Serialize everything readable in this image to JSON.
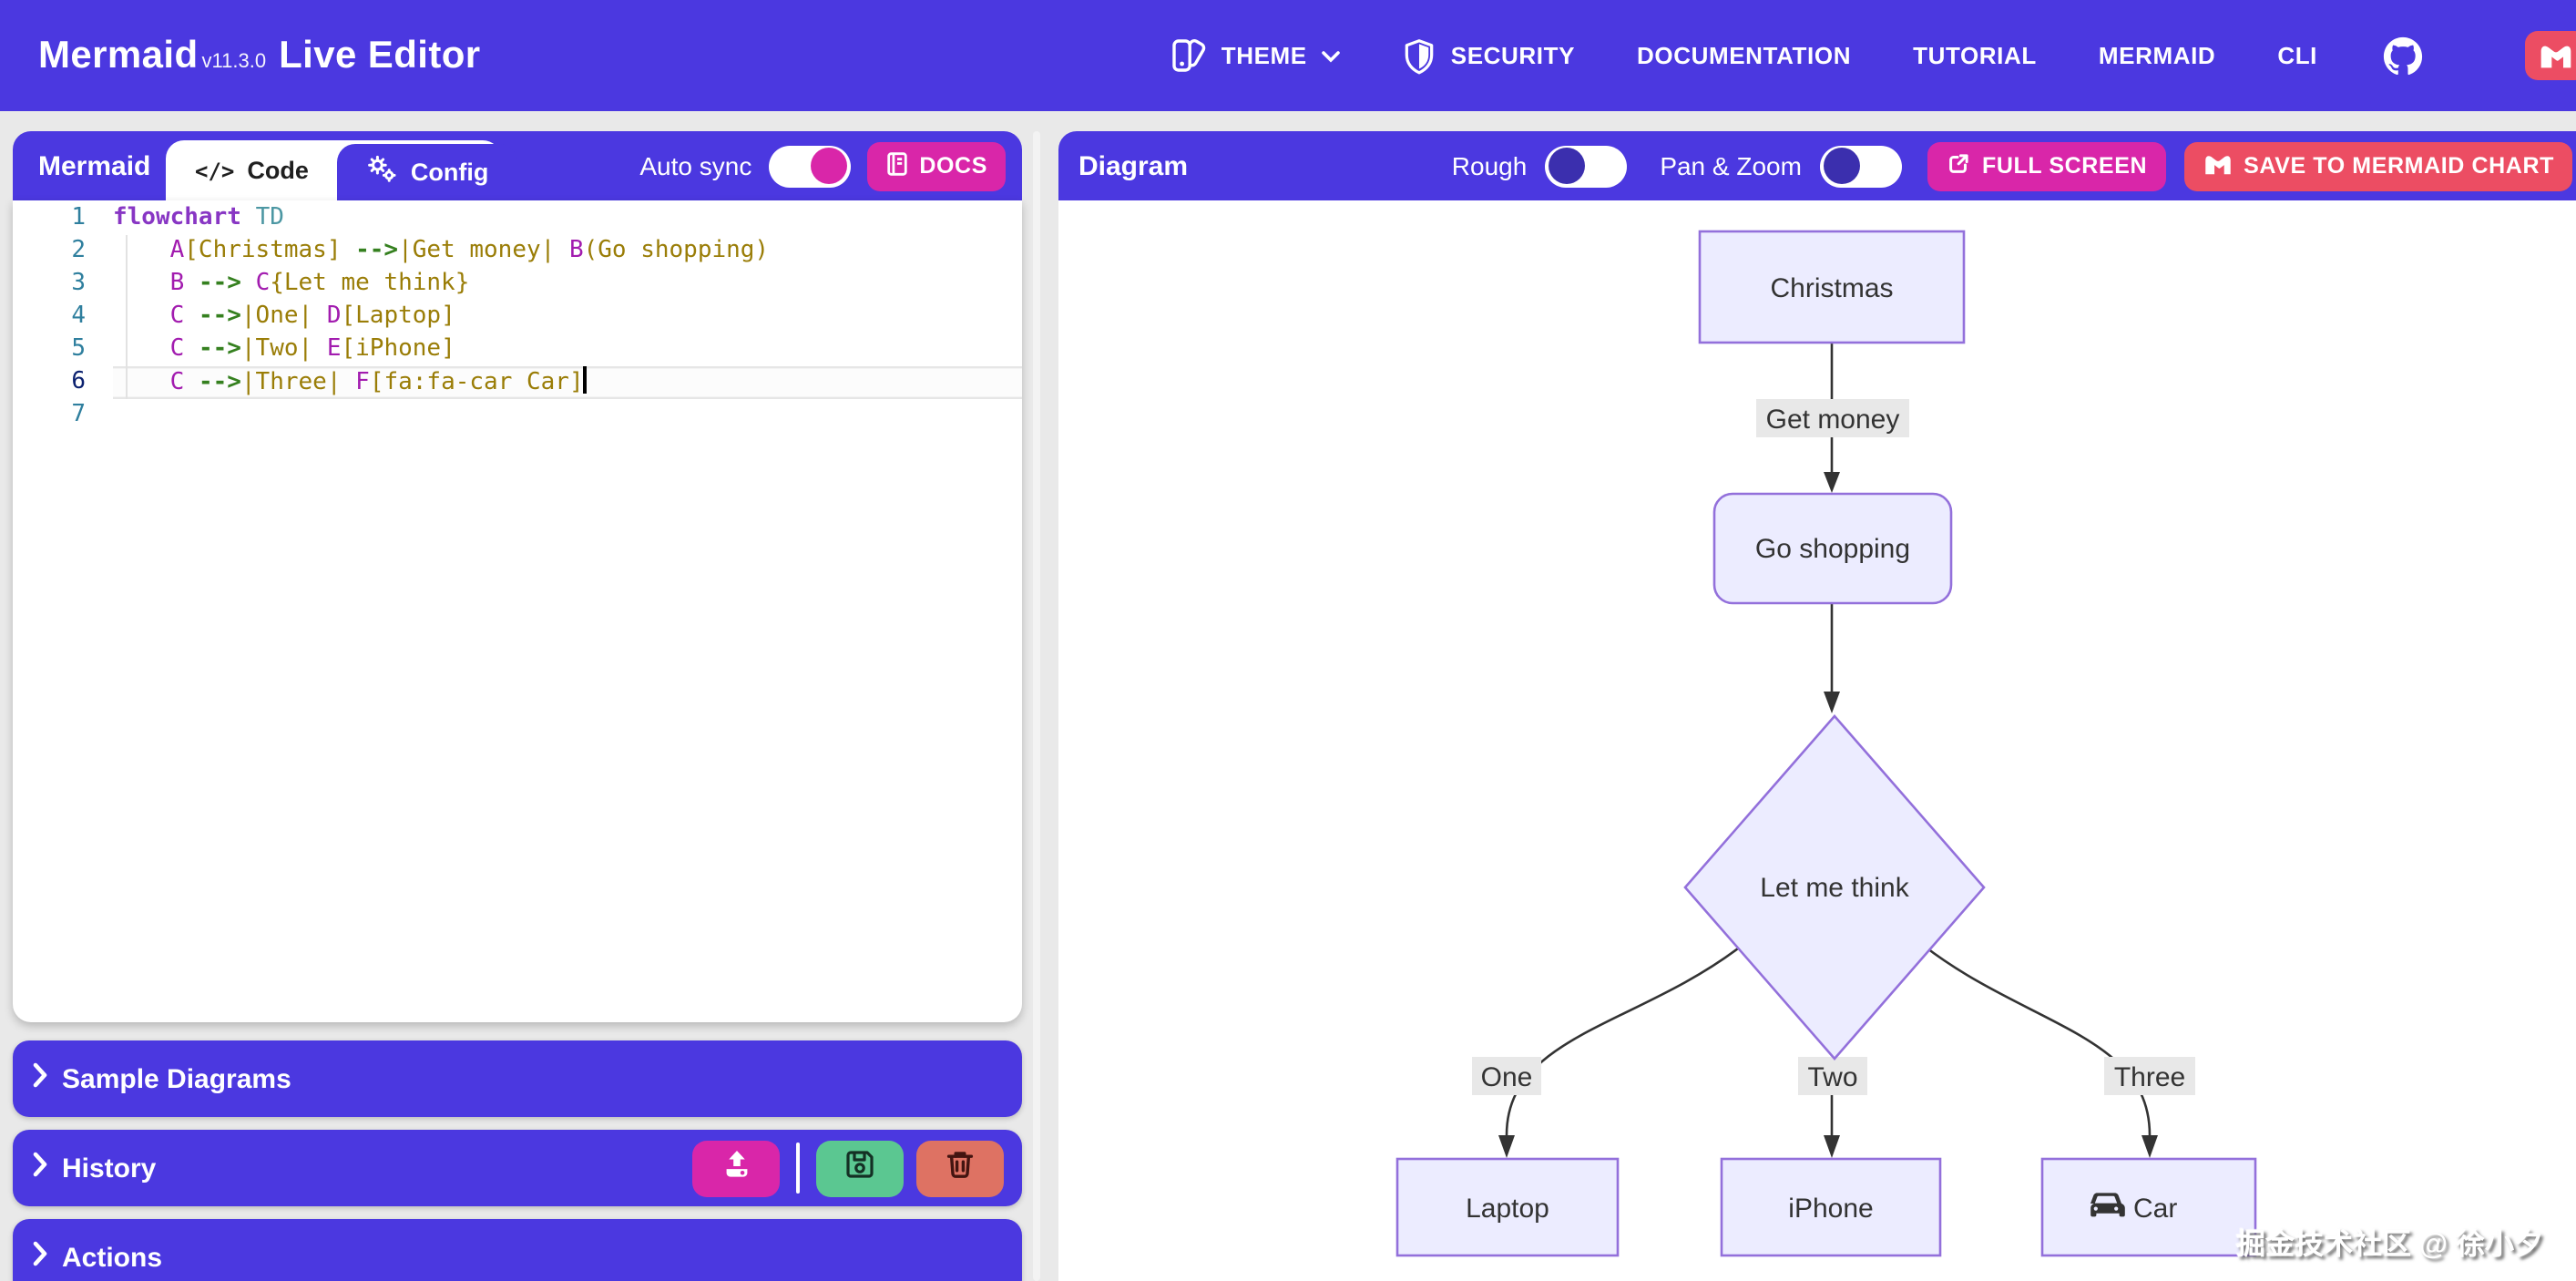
{
  "navbar": {
    "brand": {
      "name": "Mermaid",
      "version": "v11.3.0",
      "suffix": "Live Editor"
    },
    "items": [
      {
        "label": "THEME",
        "icon": "theme-swatch-icon",
        "has_dropdown": true
      },
      {
        "label": "SECURITY",
        "icon": "shield-icon"
      },
      {
        "label": "DOCUMENTATION"
      },
      {
        "label": "TUTORIAL"
      },
      {
        "label": "MERMAID"
      },
      {
        "label": "CLI"
      }
    ],
    "github_icon": "github-icon",
    "logo_icon": "mermaid-chart-logo"
  },
  "editor_panel": {
    "title": "Mermaid",
    "tabs": [
      {
        "label": "Code",
        "icon": "code-icon",
        "glyph": "</>",
        "active": true
      },
      {
        "label": "Config",
        "icon": "gears-icon",
        "active": false
      }
    ],
    "auto_sync_label": "Auto sync",
    "auto_sync_on": true,
    "docs_button": "DOCS",
    "active_line": 6,
    "lines": [
      {
        "num": 1,
        "tokens": [
          [
            "kw",
            "flowchart"
          ],
          [
            "pl",
            " "
          ],
          [
            "typ",
            "TD"
          ]
        ]
      },
      {
        "num": 2,
        "tokens": [
          [
            "pl",
            "    "
          ],
          [
            "id",
            "A"
          ],
          [
            "str",
            "[Christmas]"
          ],
          [
            "pl",
            " "
          ],
          [
            "arr",
            "-->"
          ],
          [
            "str",
            "|Get money|"
          ],
          [
            "pl",
            " "
          ],
          [
            "id",
            "B"
          ],
          [
            "str",
            "(Go shopping)"
          ]
        ]
      },
      {
        "num": 3,
        "tokens": [
          [
            "pl",
            "    "
          ],
          [
            "id",
            "B"
          ],
          [
            "pl",
            " "
          ],
          [
            "arr",
            "-->"
          ],
          [
            "pl",
            " "
          ],
          [
            "id",
            "C"
          ],
          [
            "str",
            "{Let me think}"
          ]
        ]
      },
      {
        "num": 4,
        "tokens": [
          [
            "pl",
            "    "
          ],
          [
            "id",
            "C"
          ],
          [
            "pl",
            " "
          ],
          [
            "arr",
            "-->"
          ],
          [
            "str",
            "|One|"
          ],
          [
            "pl",
            " "
          ],
          [
            "id",
            "D"
          ],
          [
            "str",
            "[Laptop]"
          ]
        ]
      },
      {
        "num": 5,
        "tokens": [
          [
            "pl",
            "    "
          ],
          [
            "id",
            "C"
          ],
          [
            "pl",
            " "
          ],
          [
            "arr",
            "-->"
          ],
          [
            "str",
            "|Two|"
          ],
          [
            "pl",
            " "
          ],
          [
            "id",
            "E"
          ],
          [
            "str",
            "[iPhone]"
          ]
        ]
      },
      {
        "num": 6,
        "tokens": [
          [
            "pl",
            "    "
          ],
          [
            "id",
            "C"
          ],
          [
            "pl",
            " "
          ],
          [
            "arr",
            "-->"
          ],
          [
            "str",
            "|Three|"
          ],
          [
            "pl",
            " "
          ],
          [
            "id",
            "F"
          ],
          [
            "str",
            "[fa:fa-car Car]"
          ]
        ],
        "active": true,
        "cursor": true
      },
      {
        "num": 7,
        "tokens": []
      }
    ],
    "sections": [
      {
        "label": "Sample Diagrams"
      },
      {
        "label": "History",
        "buttons": [
          "upload-icon",
          "save-icon",
          "trash-icon"
        ]
      },
      {
        "label": "Actions"
      }
    ]
  },
  "diagram_panel": {
    "title": "Diagram",
    "rough_label": "Rough",
    "rough_on": false,
    "pan_zoom_label": "Pan & Zoom",
    "pan_zoom_on": false,
    "fullscreen_button": "FULL SCREEN",
    "save_button": "SAVE TO MERMAID CHART",
    "watermark": "掘金技术社区 @ 徐小夕"
  },
  "diagram": {
    "nodes": {
      "christmas": "Christmas",
      "go_shopping": "Go shopping",
      "let_me_think": "Let me think",
      "laptop": "Laptop",
      "iphone": "iPhone",
      "car": "Car"
    },
    "edge_labels": {
      "get_money": "Get money",
      "one": "One",
      "two": "Two",
      "three": "Three"
    },
    "car_icon": "fa-car"
  },
  "colors": {
    "primary": "#4b38e0",
    "secondary_pink": "#d926a9",
    "save_red": "#ec4d63",
    "success_green": "#5bc791",
    "error_salmon": "#de7263",
    "node_fill": "#ECECFF",
    "node_border": "#9370DB",
    "edge_label_bg": "#e8e8e8"
  }
}
